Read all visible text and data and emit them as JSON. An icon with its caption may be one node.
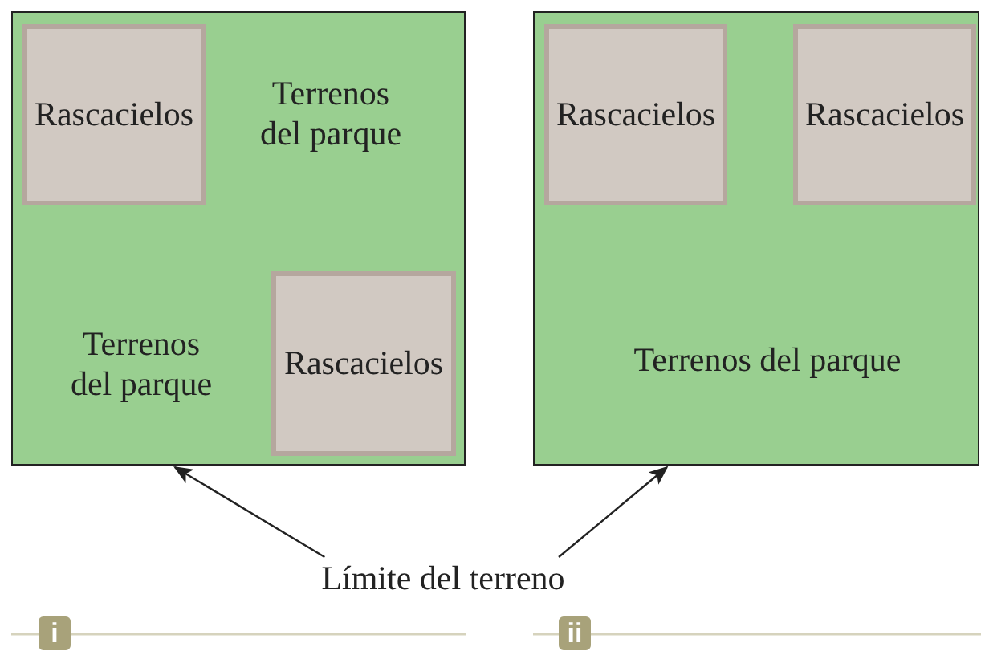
{
  "diagram": {
    "nodes": [
      {
        "text": [
          "Terrenos del parque",
          "Terrenos del parque"
        ]
      },
      {
        "text": [
          "Rascacielos"
        ],
        "in": 0
      },
      {
        "text": [
          "Rascacielos"
        ],
        "in": 0
      },
      {
        "text": [
          "Terrenos del parque"
        ]
      },
      {
        "text": [
          "Rascacielos"
        ],
        "in": 3
      },
      {
        "text": [
          "Rascacielos"
        ],
        "in": 3
      },
      {
        "text": [
          "Límite del terreno"
        ]
      }
    ],
    "edges": [
      {
        "from": 6,
        "to": 0,
        "arrow": "to"
      },
      {
        "from": 6,
        "to": 3,
        "arrow": "to"
      }
    ],
    "labels": [
      "i",
      "ii"
    ]
  }
}
